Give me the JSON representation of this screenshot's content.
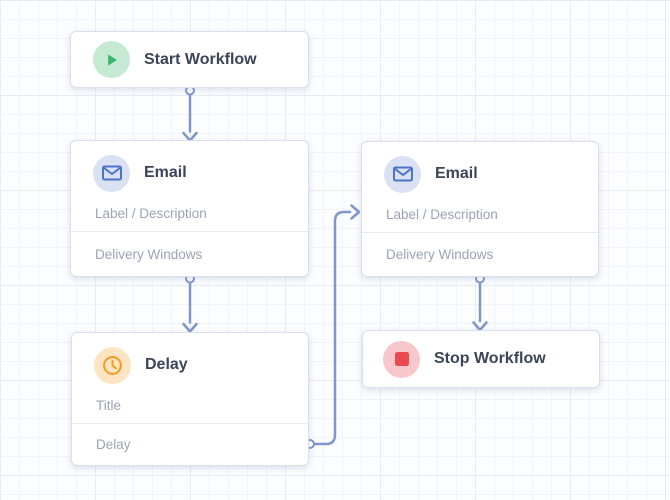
{
  "canvas": {
    "background": "#fcfdfe",
    "grid_minor_color": "#f1f3f8",
    "grid_major_color": "#e7ebf3"
  },
  "connectors": {
    "color": "#8095c8",
    "edges": [
      {
        "from": "start",
        "to": "email_left"
      },
      {
        "from": "email_left",
        "to": "delay"
      },
      {
        "from": "delay",
        "to": "email_right"
      },
      {
        "from": "email_right",
        "to": "stop"
      }
    ]
  },
  "nodes": {
    "start": {
      "title": "Start Workflow",
      "icon": "play-icon",
      "icon_bg": "#c6e9d3",
      "icon_color": "#3cb36e"
    },
    "email_left": {
      "title": "Email",
      "label": "Label / Description",
      "footer": "Delivery Windows",
      "icon": "envelope-icon",
      "icon_bg": "#dae1f3",
      "icon_color": "#4b73c8"
    },
    "delay": {
      "title": "Delay",
      "label": "Title",
      "footer": "Delay",
      "icon": "clock-icon",
      "icon_bg": "#fde4c3",
      "icon_color": "#f49d26"
    },
    "email_right": {
      "title": "Email",
      "label": "Label / Description",
      "footer": "Delivery Windows",
      "icon": "envelope-icon",
      "icon_bg": "#dae1f3",
      "icon_color": "#4b73c8"
    },
    "stop": {
      "title": "Stop Workflow",
      "icon": "stop-icon",
      "icon_bg": "#f8c7cb",
      "icon_color": "#e9494f"
    }
  },
  "text_colors": {
    "title": "#3b4557",
    "muted": "#9aa4b5"
  }
}
